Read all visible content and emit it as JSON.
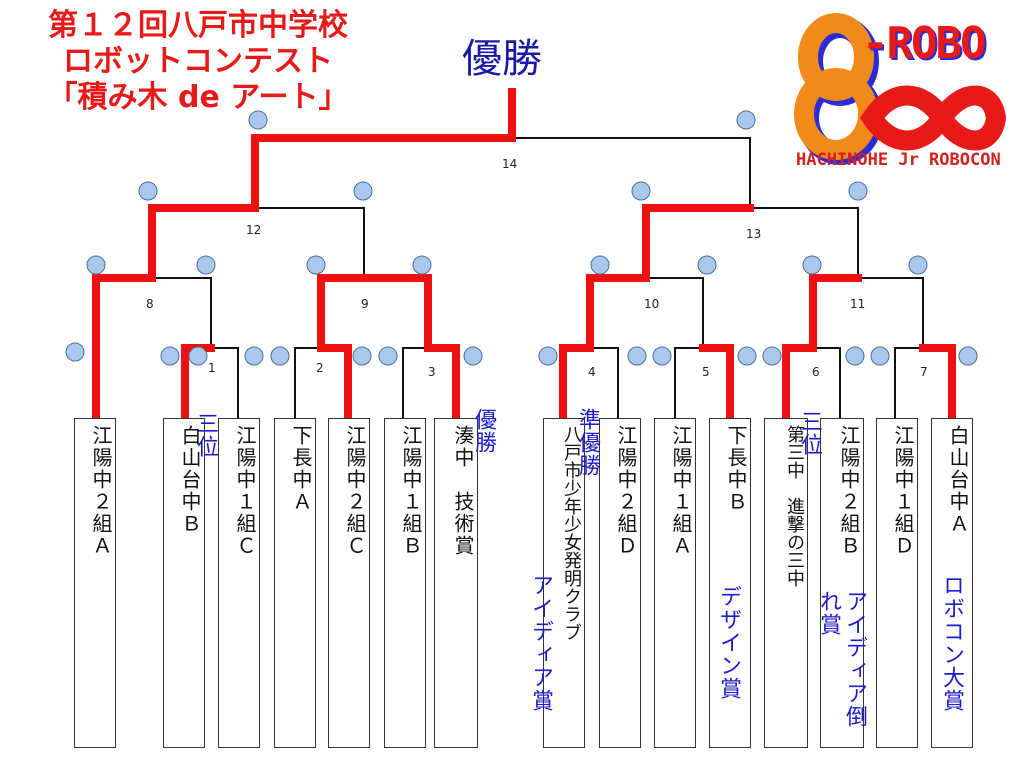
{
  "event_title": [
    "第１２回八戸市中学校",
    "ロボットコンテスト",
    "「積み木 de アート」"
  ],
  "champion_heading": "優勝",
  "logo": {
    "robo_text": "-ROBO",
    "subtitle": "HACHINOHE Jr ROBOCON"
  },
  "colors": {
    "winner_line": "#ee1111",
    "normal_line": "#111111",
    "award_text": "#1c1cc8",
    "title_red": "#e81919",
    "circle_fill": "#a9c8ec"
  },
  "match_numbers": [
    "1",
    "2",
    "3",
    "4",
    "5",
    "6",
    "7",
    "8",
    "9",
    "10",
    "11",
    "12",
    "13",
    "14"
  ],
  "teams": [
    {
      "name": "江陽中２組Ａ"
    },
    {
      "name": "白山台中Ｂ"
    },
    {
      "name": "江陽中１組Ｃ"
    },
    {
      "name": "下長中Ａ"
    },
    {
      "name": "江陽中２組Ｃ"
    },
    {
      "name": "江陽中１組Ｂ"
    },
    {
      "name": "湊中　技術賞"
    },
    {
      "name": "八戸市少年少女発明クラブ"
    },
    {
      "name": "江陽中２組Ｄ"
    },
    {
      "name": "江陽中１組Ａ"
    },
    {
      "name": "下長中Ｂ"
    },
    {
      "name": "第三中　進撃の三中"
    },
    {
      "name": "江陽中２組Ｂ"
    },
    {
      "name": "江陽中１組Ｄ"
    },
    {
      "name": "白山台中Ａ"
    }
  ],
  "awards": {
    "third_place_1": "三位",
    "champion": "優勝",
    "technique": "技術賞",
    "runner_up": "準優勝",
    "idea": "アイディア賞",
    "design": "デザイン賞",
    "third_place_2": "三位",
    "idea_fallen": "アイディア倒れ賞",
    "robocon_grand": "ロボコン大賞"
  }
}
